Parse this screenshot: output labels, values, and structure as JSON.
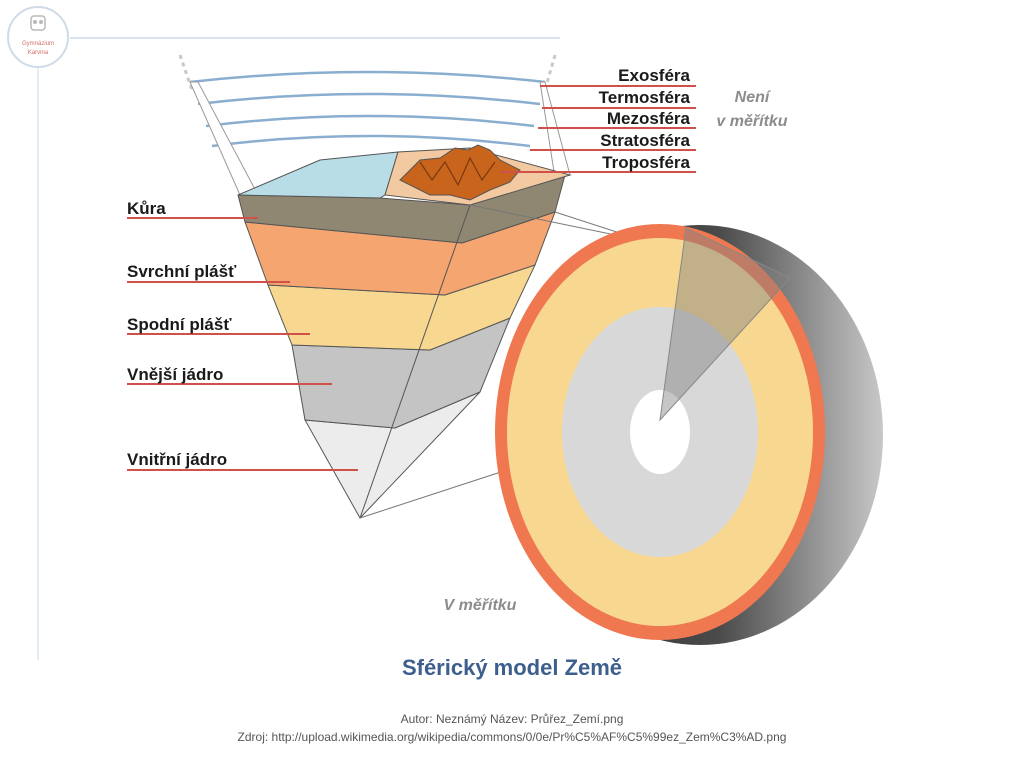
{
  "logo": {
    "line1": "Gymnázium",
    "line2": "Karvina"
  },
  "layers": {
    "exosphere": "Exosféra",
    "thermosphere": "Termosféra",
    "mesosphere": "Mezosféra",
    "stratosphere": "Stratosféra",
    "troposphere": "Troposféra",
    "crust": "Kůra",
    "upper_mantle": "Svrchní plášť",
    "lower_mantle": "Spodní plášť",
    "outer_core": "Vnější jádro",
    "inner_core": "Vnitřní jádro"
  },
  "notes": {
    "not_to_scale_1": "Není",
    "not_to_scale_2": "v měřítku",
    "to_scale": "V měřítku"
  },
  "caption": "Sférický model Země",
  "credit": {
    "author": "Autor:  Neznámý  Název: Průřez_Zemí.png",
    "source": "Zdroj: http://upload.wikimedia.org/wikipedia/commons/0/0e/Pr%C5%AF%C5%99ez_Zem%C3%AD.png"
  },
  "colors": {
    "crust": "#8f8772",
    "upper_mantle": "#f5a570",
    "lower_mantle": "#f8d890",
    "outer_core": "#c4c4c4",
    "inner_core": "#ececec",
    "ocean": "#b8dde6",
    "mountains": "#c8641c",
    "caption": "#3d5f8e",
    "leader_line": "#d0504a"
  }
}
